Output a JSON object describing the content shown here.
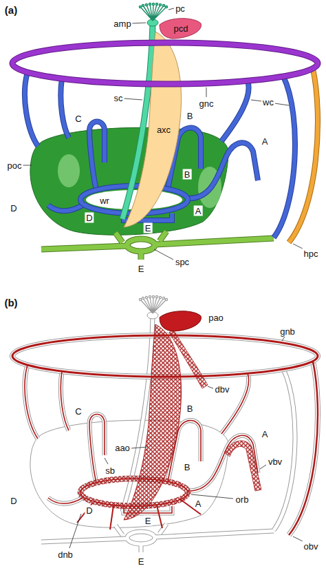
{
  "diagram": {
    "labels": [
      "(a)",
      "pc",
      "amp",
      "pcd",
      "sc",
      "gnc",
      "wc",
      "axc",
      "C",
      "B",
      "A",
      "poc",
      "B",
      "A",
      "D",
      "wr",
      "E",
      "D",
      "hpc",
      "spc",
      "E",
      "(b)",
      "pao",
      "gnb",
      "dbv",
      "C",
      "B",
      "aao",
      "vbv",
      "A",
      "sb",
      "orb",
      "B",
      "D",
      "dnb",
      "E",
      "A",
      "D",
      "obv",
      "E"
    ]
  }
}
